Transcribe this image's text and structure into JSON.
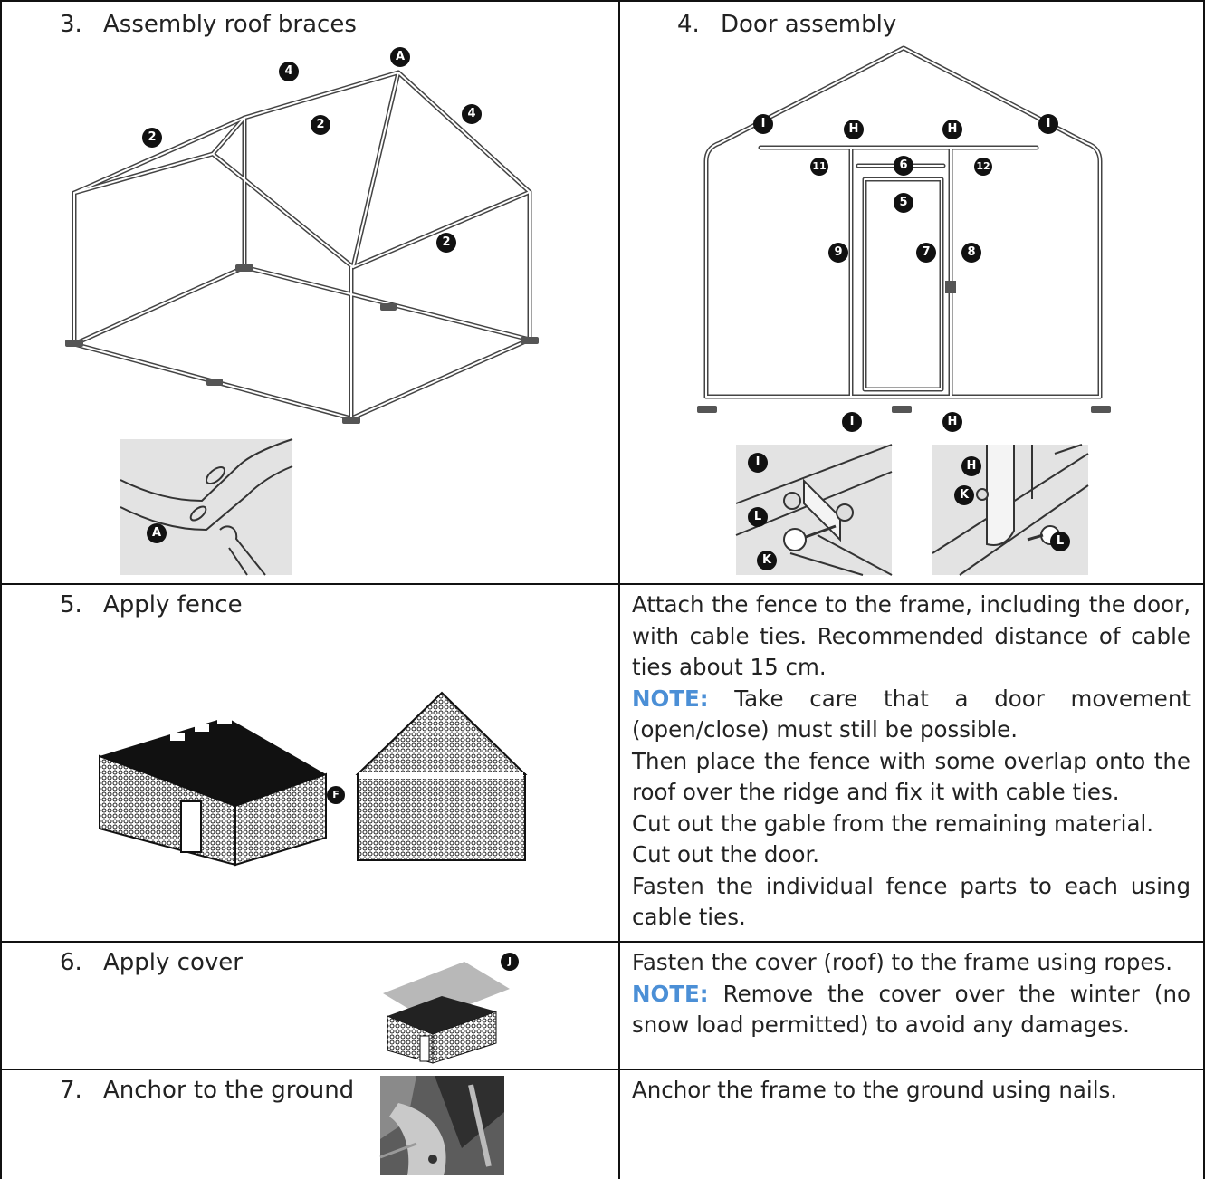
{
  "steps": {
    "s3": {
      "num": "3.",
      "title": "Assembly roof braces"
    },
    "s4": {
      "num": "4.",
      "title": "Door assembly"
    },
    "s5": {
      "num": "5.",
      "title": "Apply fence"
    },
    "s6": {
      "num": "6.",
      "title": "Apply cover"
    },
    "s7": {
      "num": "7.",
      "title": "Anchor to the ground"
    }
  },
  "text": {
    "s5_p1": "Attach the fence to the frame, including the door, with cable ties. Recommended distance of cable ties about 15 cm.",
    "s5_note_label": "NOTE:",
    "s5_note": " Take care that a door movement (open/close) must still be possible.",
    "s5_p2": "Then place the fence with some overlap onto the roof over the ridge and fix it with cable ties.",
    "s5_p3": "Cut out the gable from the remaining material.",
    "s5_p4": "Cut out the door.",
    "s5_p5": "Fasten the individual fence parts to each using cable ties.",
    "s6_p1": "Fasten the cover (roof) to the frame using ropes.",
    "s6_note_label": "NOTE:",
    "s6_note": " Remove the cover over the winter (no snow load permitted) to avoid any damages.",
    "s7_p1": "Anchor the frame to the ground using nails."
  },
  "labels": {
    "A": "A",
    "two": "2",
    "four": "4",
    "I": "I",
    "H": "H",
    "eleven": "11",
    "six": "6",
    "twelve": "12",
    "five": "5",
    "nine": "9",
    "seven": "7",
    "eight": "8",
    "K": "K",
    "L": "L",
    "F": "F",
    "J": "J"
  },
  "colors": {
    "note": "#4b8fd6",
    "border": "#111111",
    "photo_bg": "#e3e3e3"
  }
}
